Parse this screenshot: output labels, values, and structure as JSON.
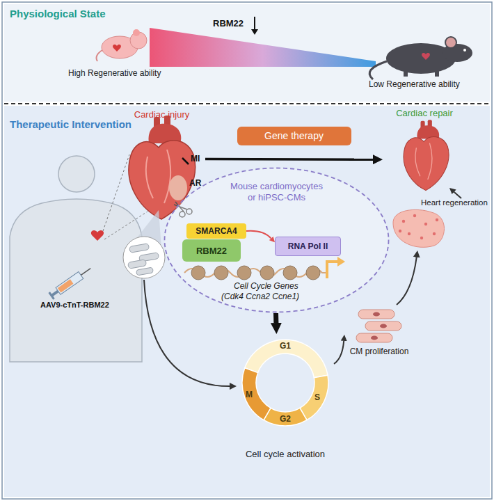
{
  "diagram": {
    "nodes": [
      {
        "text": [
          "Physiological State"
        ]
      },
      {
        "text": [
          "Therapeutic Intervention"
        ]
      },
      {
        "text": [
          "Cardiac injury"
        ],
        "in": 1
      },
      {
        "text": [
          "Cardiac repair"
        ],
        "in": 1
      },
      {
        "text": [
          "Mouse cardiomyocytes or hiPSC-CMs"
        ],
        "in": 1
      },
      {
        "text": [
          "SMARCA4"
        ],
        "in": 4
      },
      {
        "text": [
          "RBM22"
        ],
        "in": 4
      },
      {
        "text": [
          "RNA Pol II"
        ],
        "in": 4
      },
      {
        "text": [
          "G1",
          "S",
          "G2",
          "M",
          "Cell cycle activation"
        ],
        "in": 1
      },
      {
        "text": [
          "CM proliferation"
        ],
        "in": 1
      },
      {
        "text": [
          "Heart regeneration"
        ],
        "in": 1
      }
    ],
    "edges": [
      {
        "from": 2,
        "to": 3,
        "label": "Gene therapy",
        "arrow": "to"
      },
      {
        "from": 5,
        "to": 7,
        "arrow": "to"
      },
      {
        "from": 2,
        "to": 8,
        "arrow": "to"
      },
      {
        "from": 4,
        "to": 8,
        "arrow": "to"
      },
      {
        "from": 8,
        "to": 9,
        "arrow": "to"
      },
      {
        "from": 9,
        "to": 10,
        "arrow": "to"
      },
      {
        "from": 10,
        "to": 3,
        "arrow": "to"
      }
    ],
    "labels": [
      "RBM22",
      "High Regenerative ability",
      "Low Regenerative ability",
      "MI",
      "AR",
      "AAV9-cTnT-RBM22",
      "Cell Cycle Genes",
      "(Cdk4 Ccna2 Ccne1)"
    ]
  }
}
